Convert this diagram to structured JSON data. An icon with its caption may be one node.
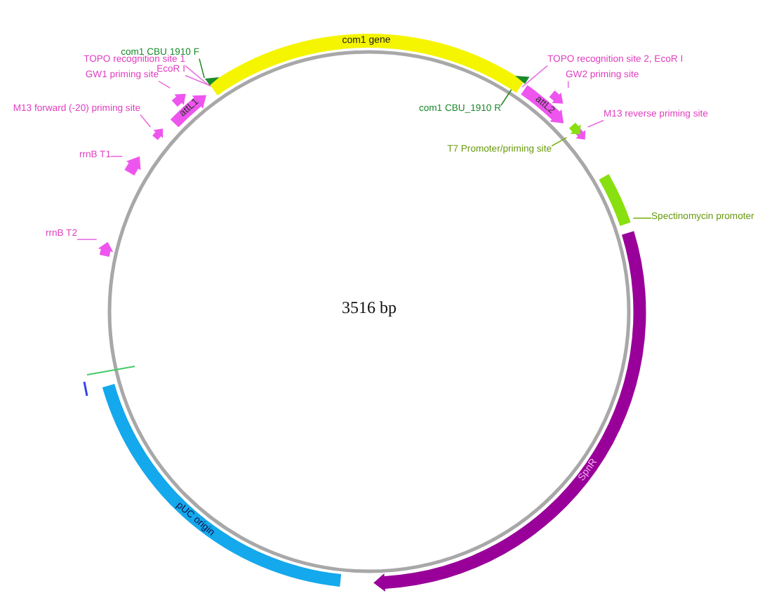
{
  "diagram": {
    "nodes": [
      {
        "text": [
          "com1 gene"
        ]
      },
      {
        "text": [
          "attL1"
        ]
      },
      {
        "text": [
          "attL2"
        ]
      },
      {
        "text": [
          "SpnR"
        ]
      },
      {
        "text": [
          "pUC origin"
        ]
      },
      {
        "text": [],
        "shape": "bar"
      },
      {
        "text": [],
        "shape": "triangle"
      },
      {
        "text": [],
        "shape": "triangle"
      },
      {
        "text": [],
        "shape": "arrow"
      },
      {
        "text": [],
        "shape": "arrow"
      },
      {
        "text": [],
        "shape": "arrow"
      },
      {
        "text": [],
        "shape": "arrow"
      },
      {
        "text": [],
        "shape": "arrow"
      },
      {
        "text": [],
        "shape": "arrow"
      },
      {
        "text": [],
        "shape": "arrow"
      },
      {
        "text": [
          "com1 CBU  1910 F"
        ]
      },
      {
        "text": [
          "TOPO recognition site 1"
        ]
      },
      {
        "text": [
          "EcoR I"
        ]
      },
      {
        "text": [
          "GW1 priming site"
        ]
      },
      {
        "text": [
          "M13 forward (-20) priming site"
        ]
      },
      {
        "text": [
          "rrnB T1"
        ]
      },
      {
        "text": [
          "rrnB T2"
        ]
      },
      {
        "text": [
          "TOPO recognition site 2, EcoR I"
        ]
      },
      {
        "text": [
          "GW2 priming site"
        ]
      },
      {
        "text": [
          "com1 CBU_1910 R"
        ]
      },
      {
        "text": [
          "M13 reverse priming site"
        ]
      },
      {
        "text": [
          "T7 Promoter/priming site"
        ]
      },
      {
        "text": [
          "Spectinomycin promoter"
        ]
      }
    ],
    "edges": [
      {
        "from": 15,
        "to": 6,
        "arrow": "none",
        "color": "#2a8a2a"
      },
      {
        "from": 16,
        "to": 0,
        "arrow": "none"
      },
      {
        "from": 17,
        "to": 0,
        "arrow": "none"
      },
      {
        "from": 18,
        "to": 8,
        "arrow": "none"
      },
      {
        "from": 19,
        "to": 9,
        "arrow": "none"
      },
      {
        "from": 20,
        "to": 10,
        "arrow": "none"
      },
      {
        "from": 21,
        "to": 11,
        "arrow": "none"
      },
      {
        "from": 22,
        "to": 0,
        "arrow": "none"
      },
      {
        "from": 23,
        "to": 12,
        "arrow": "none"
      },
      {
        "from": 24,
        "to": 7,
        "arrow": "none",
        "color": "#2a8a2a"
      },
      {
        "from": 25,
        "to": 13,
        "arrow": "none"
      },
      {
        "from": 26,
        "to": 14,
        "arrow": "none",
        "color": "#7bb31a"
      },
      {
        "from": 27,
        "to": 5,
        "arrow": "none",
        "color": "#7bb31a"
      }
    ],
    "labels": [
      "3516 bp"
    ]
  }
}
